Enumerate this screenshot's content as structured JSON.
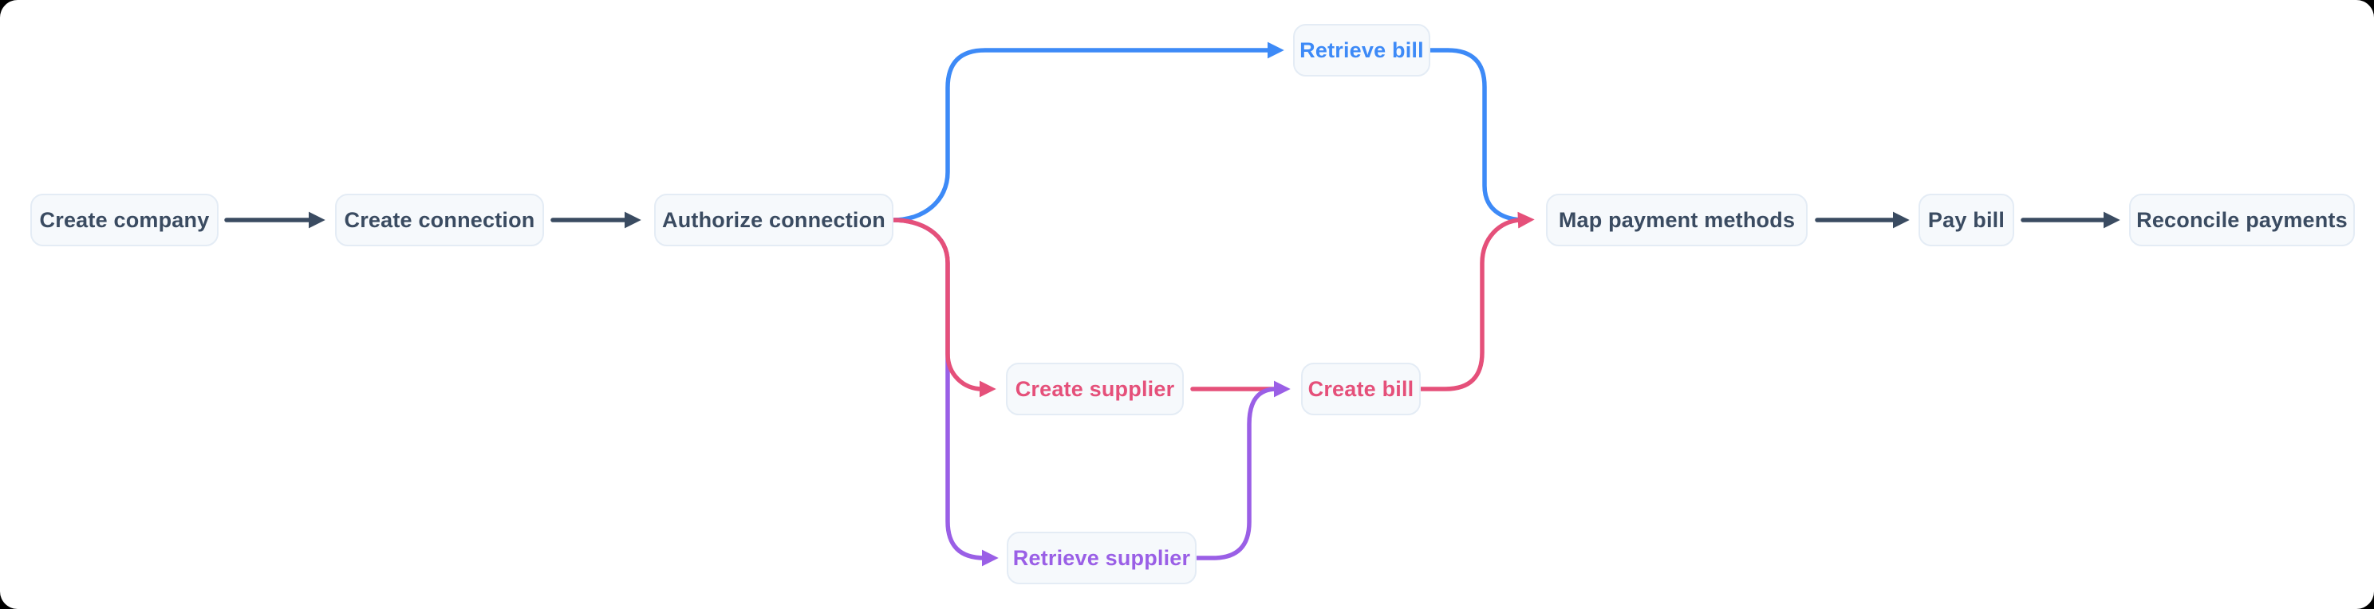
{
  "page": {
    "background_color": "#000000",
    "canvas_color": "#ffffff"
  },
  "diagram": {
    "type": "flowchart",
    "direction": "left-to-right",
    "nodes": [
      {
        "id": "create-company",
        "label": "Create company",
        "variant": "default",
        "text_color": "#3a4b61"
      },
      {
        "id": "create-connection",
        "label": "Create connection",
        "variant": "default",
        "text_color": "#3a4b61"
      },
      {
        "id": "authorize-connection",
        "label": "Authorize connection",
        "variant": "default",
        "text_color": "#3a4b61"
      },
      {
        "id": "retrieve-bill",
        "label": "Retrieve bill",
        "variant": "blue",
        "text_color": "#3d8af7"
      },
      {
        "id": "create-supplier",
        "label": "Create supplier",
        "variant": "pink",
        "text_color": "#e5507a"
      },
      {
        "id": "create-bill",
        "label": "Create bill",
        "variant": "pink",
        "text_color": "#e5507a"
      },
      {
        "id": "retrieve-supplier",
        "label": "Retrieve supplier",
        "variant": "purple",
        "text_color": "#9a5fe6"
      },
      {
        "id": "map-payment-methods",
        "label": "Map payment methods",
        "variant": "default",
        "text_color": "#3a4b61"
      },
      {
        "id": "pay-bill",
        "label": "Pay bill",
        "variant": "default",
        "text_color": "#3a4b61"
      },
      {
        "id": "reconcile-payments",
        "label": "Reconcile payments",
        "variant": "default",
        "text_color": "#3a4b61"
      }
    ],
    "edges": [
      {
        "from": "create-company",
        "to": "create-connection",
        "color": "#3a4b61",
        "style": "straight-arrow"
      },
      {
        "from": "create-connection",
        "to": "authorize-connection",
        "color": "#3a4b61",
        "style": "straight-arrow"
      },
      {
        "from": "authorize-connection",
        "to": "retrieve-bill",
        "color": "#3d8af7",
        "style": "curved-arrow"
      },
      {
        "from": "retrieve-bill",
        "to": "map-payment-methods",
        "color": "#3d8af7",
        "style": "curved-merge"
      },
      {
        "from": "authorize-connection",
        "to": "create-supplier",
        "color": "#e5507a",
        "style": "curved-arrow"
      },
      {
        "from": "create-supplier",
        "to": "create-bill",
        "color": "#e5507a",
        "style": "straight-merge"
      },
      {
        "from": "create-bill",
        "to": "map-payment-methods",
        "color": "#e5507a",
        "style": "curved-arrow"
      },
      {
        "from": "authorize-connection",
        "to": "retrieve-supplier",
        "color": "#9a5fe6",
        "style": "curved-arrow"
      },
      {
        "from": "retrieve-supplier",
        "to": "create-bill",
        "color": "#9a5fe6",
        "style": "curved-arrow"
      },
      {
        "from": "map-payment-methods",
        "to": "pay-bill",
        "color": "#3a4b61",
        "style": "straight-arrow"
      },
      {
        "from": "pay-bill",
        "to": "reconcile-payments",
        "color": "#3a4b61",
        "style": "straight-arrow"
      }
    ],
    "colors": {
      "default_edge": "#3a4b61",
      "blue_branch": "#3d8af7",
      "pink_branch": "#e5507a",
      "purple_branch": "#9a5fe6",
      "node_background": "#f6f9fc",
      "node_border": "#e4ecf5"
    }
  }
}
